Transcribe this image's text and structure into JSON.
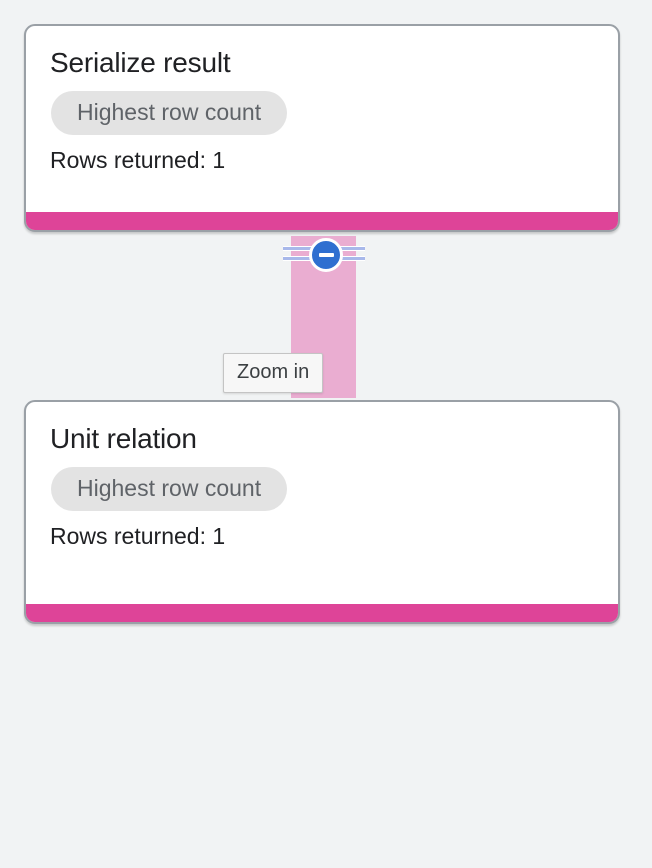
{
  "theme": {
    "page_background": "#f1f3f4",
    "node_border": "#9aa0a6",
    "node_background": "#ffffff",
    "accent_bar": "#de4498",
    "edge": "#eaadd1",
    "chip_background": "#e3e3e3",
    "chip_text": "#5f6368",
    "handle_blue": "#2f6fd0",
    "rail_blue": "#a8b8ea",
    "tooltip_background": "#f7f7f7",
    "tooltip_border": "#c4c4c4"
  },
  "tooltip": {
    "label": "Zoom in"
  },
  "handle": {
    "name": "collapse-minus",
    "icon": "minus-circle-icon"
  },
  "graph": {
    "nodes": [
      {
        "title": "Serialize result",
        "chip": "Highest row count",
        "stat": "Rows returned: 1"
      },
      {
        "title": "Unit relation",
        "chip": "Highest row count",
        "stat": "Rows returned: 1"
      }
    ],
    "edges": [
      {
        "from": "Serialize result",
        "to": "Unit relation"
      }
    ]
  }
}
